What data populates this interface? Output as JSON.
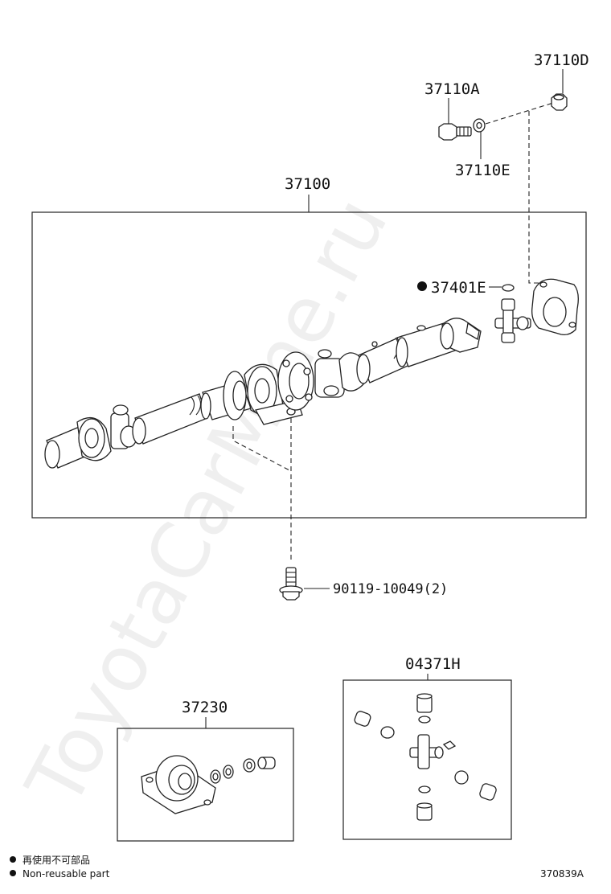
{
  "labels": {
    "bolt_top": "37110A",
    "nut_top": "37110D",
    "washer_top": "37110E",
    "assembly": "37100",
    "spider_kit": "37401E",
    "bolt_bottom": "90119-10049(2)",
    "center_bearing": "37230",
    "repair_kit": "04371H"
  },
  "legend": {
    "marker": "●",
    "line1": "再使用不可部品",
    "line2": "Non-reusable part"
  },
  "diagram_id": "370839A",
  "watermark": "ToyotaCarMine.ru"
}
